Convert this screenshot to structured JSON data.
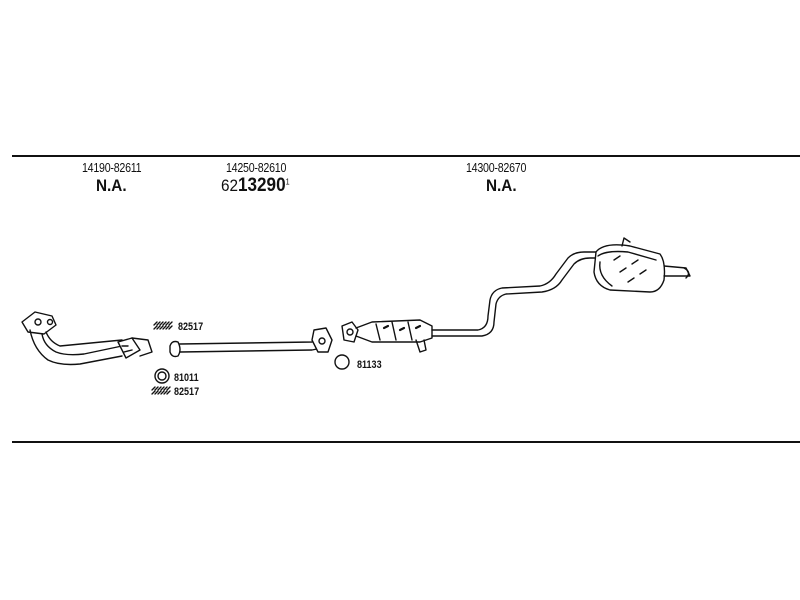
{
  "columns": [
    {
      "part_number": "14190-82611",
      "status": "N.A."
    },
    {
      "part_number": "14250-82610",
      "order_prefix": "62",
      "order_main": "13290",
      "order_suffix": "1"
    },
    {
      "part_number": "14300-82670",
      "status": "N.A."
    }
  ],
  "callouts": {
    "clamp_top": "82517",
    "gasket_front": "81011",
    "clamp_bottom": "82517",
    "gasket_rear": "81133"
  },
  "colors": {
    "line": "#111111",
    "background": "#ffffff"
  }
}
